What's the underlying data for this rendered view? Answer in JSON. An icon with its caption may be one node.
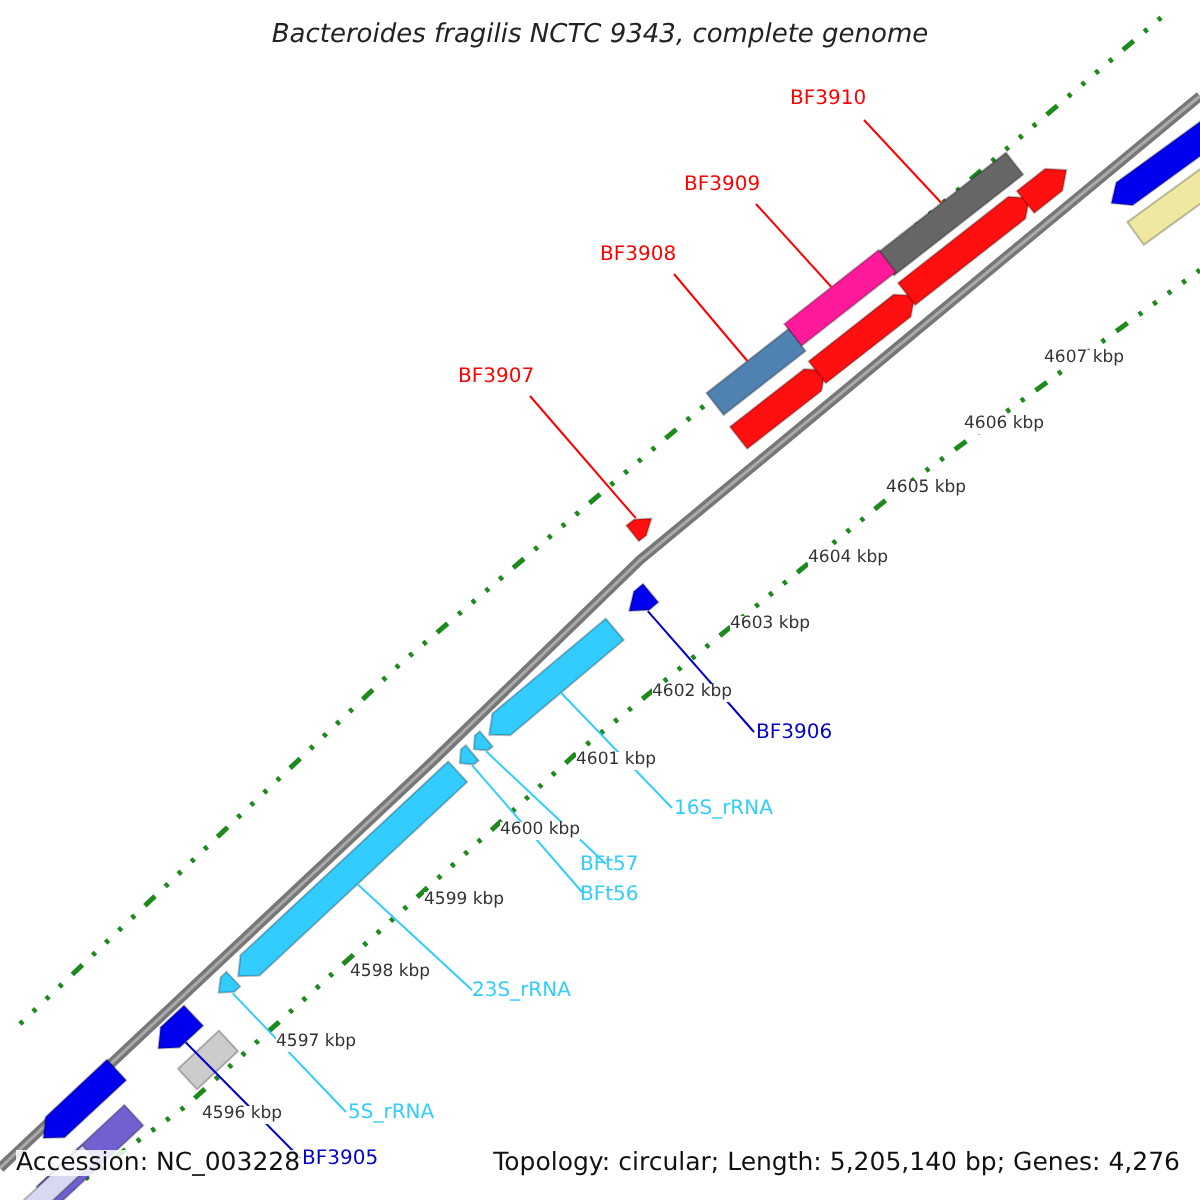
{
  "diagram": {
    "title": "Bacteroides fragilis NCTC 9343, complete genome",
    "nodes": [
      {
        "text": [
          "BF3910"
        ]
      },
      {
        "text": [
          "BF3909"
        ]
      },
      {
        "text": [
          "BF3908"
        ]
      },
      {
        "text": [
          "BF3907"
        ]
      },
      {
        "text": [],
        "shape": "bar"
      },
      {
        "text": [],
        "shape": "bar"
      },
      {
        "text": [],
        "shape": "bar"
      },
      {
        "text": [],
        "shape": "bar"
      },
      {
        "text": [
          "BF3906"
        ]
      },
      {
        "text": [
          "16S_rRNA"
        ]
      },
      {
        "text": [
          "BFt57"
        ]
      },
      {
        "text": [
          "BFt56"
        ]
      },
      {
        "text": [
          "23S_rRNA"
        ]
      },
      {
        "text": [
          "5S_rRNA"
        ]
      },
      {
        "text": [
          "BF3905"
        ]
      },
      {
        "text": [],
        "shape": "bar"
      },
      {
        "text": [],
        "shape": "bar"
      },
      {
        "text": [],
        "shape": "bar"
      },
      {
        "text": [],
        "shape": "bar"
      },
      {
        "text": [],
        "shape": "bar"
      },
      {
        "text": [],
        "shape": "bar"
      },
      {
        "text": [],
        "shape": "bar"
      }
    ],
    "edges": [
      {
        "from": 0,
        "to": 4,
        "arrow": "none",
        "color": "#ff0000"
      },
      {
        "from": 1,
        "to": 5,
        "arrow": "none",
        "color": "#ff0000"
      },
      {
        "from": 2,
        "to": 6,
        "arrow": "none",
        "color": "#ff0000"
      },
      {
        "from": 3,
        "to": 7,
        "arrow": "none",
        "color": "#ff0000"
      },
      {
        "from": 8,
        "to": 15,
        "arrow": "none",
        "color": "#0000cc"
      },
      {
        "from": 9,
        "to": 16,
        "arrow": "none",
        "color": "#33ccff"
      },
      {
        "from": 10,
        "to": 17,
        "arrow": "none",
        "color": "#33ccff"
      },
      {
        "from": 11,
        "to": 18,
        "arrow": "none",
        "color": "#33ccff"
      },
      {
        "from": 12,
        "to": 19,
        "arrow": "none",
        "color": "#33ccff"
      },
      {
        "from": 13,
        "to": 20,
        "arrow": "none",
        "color": "#33ccff"
      },
      {
        "from": 14,
        "to": 21,
        "arrow": "none",
        "color": "#0000cc"
      }
    ],
    "labels": [
      "4607 kbp",
      "4606 kbp",
      "4605 kbp",
      "4604 kbp",
      "4603 kbp",
      "4602 kbp",
      "4601 kbp",
      "4600 kbp",
      "4599 kbp",
      "4598 kbp",
      "4597 kbp",
      "4596 kbp",
      "Accession: NC_003228",
      "Topology: circular; Length: 5,205,140 bp; Genes: 4,276"
    ]
  }
}
